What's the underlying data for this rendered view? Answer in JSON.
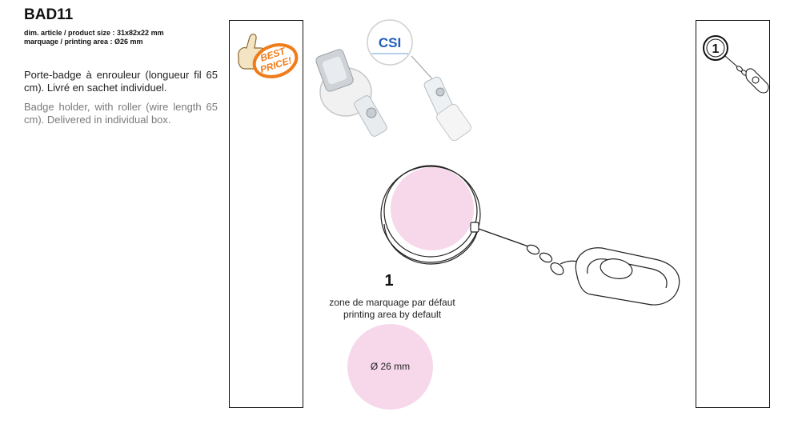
{
  "product": {
    "code": "BAD11",
    "size_line": "dim. article / product size : 31x82x22 mm",
    "printing_line": "marquage / printing area : Ø26 mm",
    "description_fr": "Porte-badge à enrouleur (longueur fil 65 cm). Livré en sachet individuel.",
    "description_en": "Badge holder, with roller (wire length 65 cm). Delivered in individual box."
  },
  "badge": {
    "best_price_line1": "BEST",
    "best_price_line2": "PRICE!",
    "logo_text": "CSI"
  },
  "zone": {
    "number": "1",
    "label_fr": "zone de marquage par défaut",
    "label_en": "printing area by default",
    "diameter_label": "Ø 26 mm",
    "right_number": "1"
  },
  "colors": {
    "print_area": "#f6d8ea",
    "best_price_orange": "#f07c1a",
    "frame": "#111111"
  }
}
